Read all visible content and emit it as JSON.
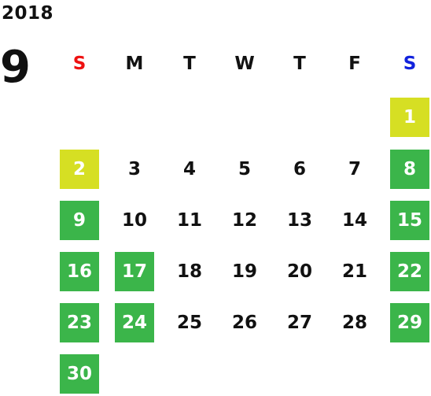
{
  "calendar": {
    "year": "2018",
    "month": "9",
    "colors": {
      "sunday_label": "#ee1111",
      "saturday_label": "#1122dd",
      "holiday_green": "#3bb54a",
      "holiday_yellow": "#d6df23",
      "text": "#111111"
    },
    "weekdays": [
      {
        "label": "S",
        "type": "sun"
      },
      {
        "label": "M",
        "type": "normal"
      },
      {
        "label": "T",
        "type": "normal"
      },
      {
        "label": "W",
        "type": "normal"
      },
      {
        "label": "T",
        "type": "normal"
      },
      {
        "label": "F",
        "type": "normal"
      },
      {
        "label": "S",
        "type": "sat"
      }
    ],
    "first_weekday_index": 6,
    "days": [
      {
        "label": "1",
        "highlight": "yellow"
      },
      {
        "label": "2",
        "highlight": "yellow"
      },
      {
        "label": "3",
        "highlight": "none"
      },
      {
        "label": "4",
        "highlight": "none"
      },
      {
        "label": "5",
        "highlight": "none"
      },
      {
        "label": "6",
        "highlight": "none"
      },
      {
        "label": "7",
        "highlight": "none"
      },
      {
        "label": "8",
        "highlight": "green"
      },
      {
        "label": "9",
        "highlight": "green"
      },
      {
        "label": "10",
        "highlight": "none"
      },
      {
        "label": "11",
        "highlight": "none"
      },
      {
        "label": "12",
        "highlight": "none"
      },
      {
        "label": "13",
        "highlight": "none"
      },
      {
        "label": "14",
        "highlight": "none"
      },
      {
        "label": "15",
        "highlight": "green"
      },
      {
        "label": "16",
        "highlight": "green"
      },
      {
        "label": "17",
        "highlight": "green"
      },
      {
        "label": "18",
        "highlight": "none"
      },
      {
        "label": "19",
        "highlight": "none"
      },
      {
        "label": "20",
        "highlight": "none"
      },
      {
        "label": "21",
        "highlight": "none"
      },
      {
        "label": "22",
        "highlight": "green"
      },
      {
        "label": "23",
        "highlight": "green"
      },
      {
        "label": "24",
        "highlight": "green"
      },
      {
        "label": "25",
        "highlight": "none"
      },
      {
        "label": "26",
        "highlight": "none"
      },
      {
        "label": "27",
        "highlight": "none"
      },
      {
        "label": "28",
        "highlight": "none"
      },
      {
        "label": "29",
        "highlight": "green"
      },
      {
        "label": "30",
        "highlight": "green"
      }
    ]
  }
}
